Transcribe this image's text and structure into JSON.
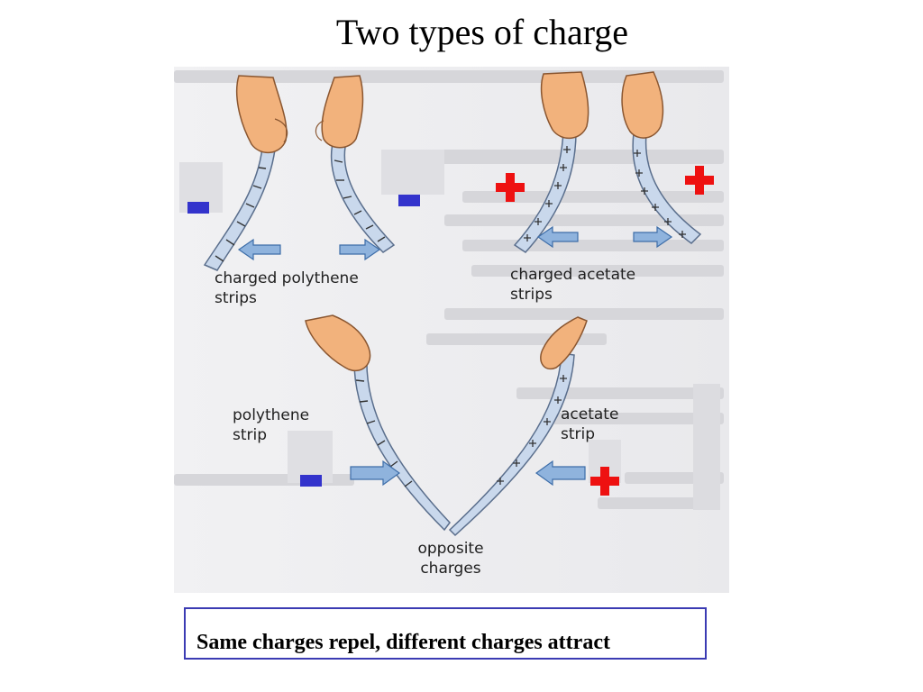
{
  "slide": {
    "title": "Two types of charge",
    "summary": "Same charges repel,  different charges attract"
  },
  "labels": {
    "polythene_pair_line1": "charged polythene",
    "polythene_pair_line2": "strips",
    "acetate_pair_line1": "charged acetate",
    "acetate_pair_line2": "strips",
    "polythene_strip_line1": "polythene",
    "polythene_strip_line2": "strip",
    "acetate_strip_line1": "acetate",
    "acetate_strip_line2": "strip",
    "opposite_line1": "opposite",
    "opposite_line2": "charges"
  },
  "colors": {
    "negative_marker": "#3333cc",
    "positive_marker": "#ee1111",
    "strip_fill": "#c9d8ec",
    "skin": "#f2b27c",
    "arrow": "#8fb3dd",
    "box_border": "#3b3bb3"
  },
  "icons": [
    "negative-charge-icon",
    "positive-charge-icon",
    "hand-icon",
    "arrow-icon"
  ]
}
